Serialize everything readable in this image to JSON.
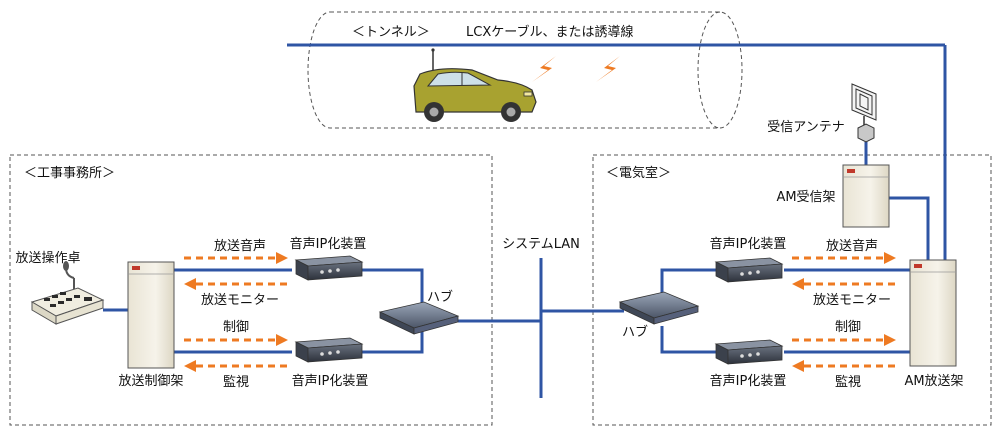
{
  "tunnel": {
    "label": "＜トンネル＞",
    "cable_label": "LCXケーブル、または誘導線"
  },
  "office": {
    "label": "＜工事事務所＞",
    "console_label": "放送操作卓",
    "rack_label": "放送制御架",
    "ip_device_top": "音声IP化装置",
    "ip_device_bottom": "音声IP化装置",
    "arrow_broadcast_audio": "放送音声",
    "arrow_broadcast_monitor": "放送モニター",
    "arrow_control": "制御",
    "arrow_monitoring": "監視",
    "hub_label": "ハブ"
  },
  "lan": {
    "label": "システムLAN"
  },
  "electric_room": {
    "label": "＜電気室＞",
    "antenna_label": "受信アンテナ",
    "am_receiver_label": "AM受信架",
    "am_broadcast_label": "AM放送架",
    "ip_device_top": "音声IP化装置",
    "ip_device_bottom": "音声IP化装置",
    "arrow_broadcast_audio": "放送音声",
    "arrow_broadcast_monitor": "放送モニター",
    "arrow_control": "制御",
    "arrow_monitoring": "監視",
    "hub_label": "ハブ"
  },
  "colors": {
    "network_line": "#2f55a4",
    "arrow": "#ee7a22",
    "car_body": "#a8a230",
    "rack": "#f3f0e6"
  }
}
